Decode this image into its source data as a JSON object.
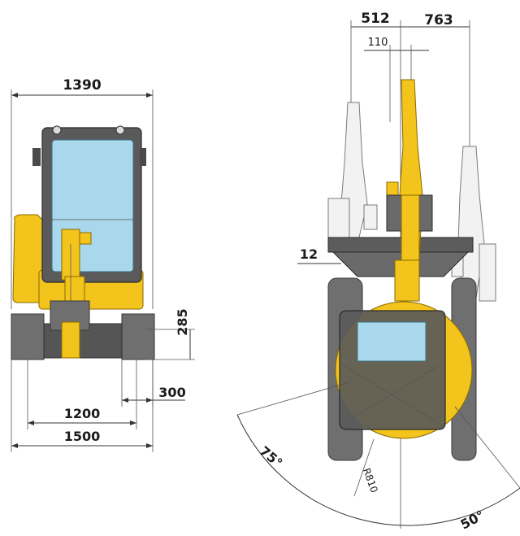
{
  "colors": {
    "machine_yellow": "#f2c41c",
    "track_gray": "#6f6f6f",
    "cab_dark": "#5a5a5a",
    "glass_blue": "#a9d8ec",
    "dimension_line": "#333333"
  },
  "front_view": {
    "dims": {
      "overall_width": "1390",
      "height_285": "285",
      "offset_300": "300",
      "track_gauge": "1200",
      "track_width": "1500"
    }
  },
  "top_view": {
    "dims": {
      "boom_swing_left": "512",
      "boom_swing_right": "763",
      "offset_110": "110",
      "offset_12": "12",
      "swing_radius": "R810",
      "angle_left": "75°",
      "angle_right": "50°"
    }
  }
}
